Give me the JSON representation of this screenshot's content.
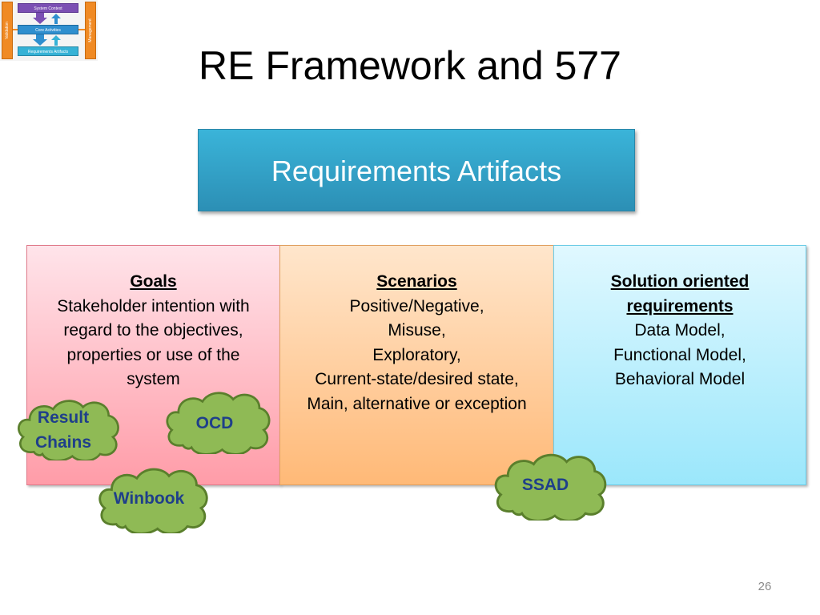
{
  "thumbnail": {
    "left_label": "Validation",
    "right_label": "Management",
    "boxes": [
      "System Context",
      "Core Activities",
      "Requirements Artifacts"
    ]
  },
  "title": "RE Framework and 577",
  "artifacts_header": "Requirements Artifacts",
  "panels": {
    "goals": {
      "heading": "Goals",
      "lines": [
        "Stakeholder intention with",
        "regard to the objectives,",
        "properties or use of the",
        "system"
      ]
    },
    "scenarios": {
      "heading": "Scenarios",
      "lines": [
        "Positive/Negative,",
        "Misuse,",
        "Exploratory,",
        "Current-state/desired state,",
        "Main, alternative or exception"
      ]
    },
    "solution": {
      "heading_lines": [
        "Solution oriented",
        "requirements"
      ],
      "lines": [
        "Data Model,",
        "Functional Model,",
        "Behavioral Model"
      ]
    }
  },
  "clouds": {
    "result_chains": [
      "Result",
      "Chains"
    ],
    "ocd": "OCD",
    "winbook": "Winbook",
    "ssad": "SSAD"
  },
  "colors": {
    "cloud_fill": "#8fba55",
    "cloud_stroke": "#5a7f2c",
    "cloud_text": "#1f3f8a",
    "header_blue": "#31a3cc"
  },
  "page_number": "26"
}
